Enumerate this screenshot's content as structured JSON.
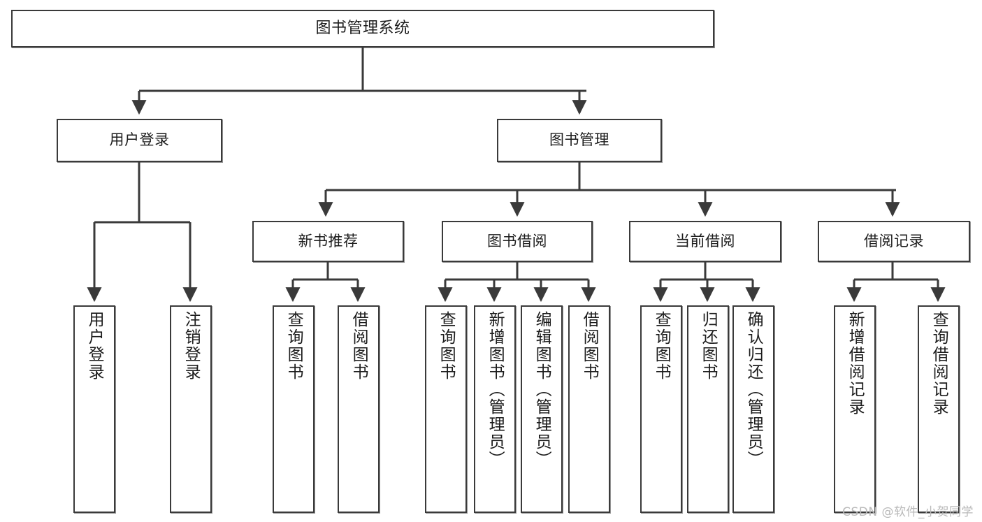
{
  "diagram": {
    "title": "图书管理系统",
    "watermark": "CSDN @软件_小贺同学",
    "line_color": "#3a3a3a",
    "box_fill": "#ffffff",
    "text_color": "#1c1c1c",
    "watermark_color": "#b9b9b9"
  },
  "nodes": {
    "root": {
      "label": "图书管理系统"
    },
    "level2": [
      {
        "label": "用户登录"
      },
      {
        "label": "图书管理"
      }
    ],
    "level3": [
      {
        "label": "新书推荐"
      },
      {
        "label": "图书借阅"
      },
      {
        "label": "当前借阅"
      },
      {
        "label": "借阅记录"
      }
    ],
    "leaves_user_login": [
      {
        "label": "用户登录"
      },
      {
        "label": "注销登录"
      }
    ],
    "leaves_new_book": [
      {
        "label": "查询图书"
      },
      {
        "label": "借阅图书"
      }
    ],
    "leaves_borrow": [
      {
        "label": "查询图书"
      },
      {
        "label": "新增图书（管理员）"
      },
      {
        "label": "编辑图书（管理员）"
      },
      {
        "label": "借阅图书"
      }
    ],
    "leaves_current": [
      {
        "label": "查询图书"
      },
      {
        "label": "归还图书"
      },
      {
        "label": "确认归还（管理员）"
      }
    ],
    "leaves_records": [
      {
        "label": "新增借阅记录"
      },
      {
        "label": "查询借阅记录"
      }
    ]
  }
}
